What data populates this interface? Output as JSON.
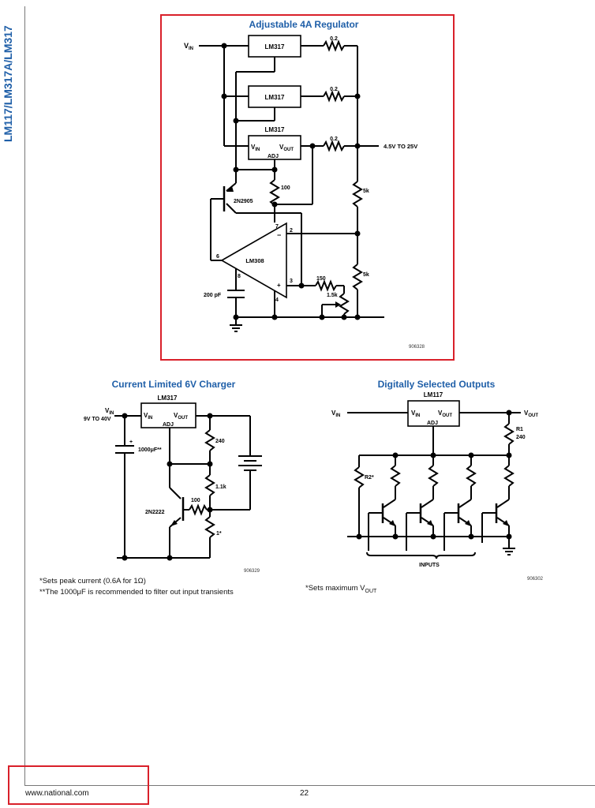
{
  "document": {
    "side_title": "LM117/LM317A/LM317",
    "footer": {
      "url": "www.national.com",
      "page_number": "22"
    }
  },
  "figures": {
    "regulator_4a": {
      "title": "Adjustable 4A Regulator",
      "code": "906328",
      "labels": {
        "vin": "V",
        "vin_sub": "IN",
        "ic1": "LM317",
        "ic2": "LM317",
        "ic3": "LM317",
        "ic3_vin": "V",
        "ic3_vin_sub": "IN",
        "ic3_vout": "V",
        "ic3_vout_sub": "OUT",
        "ic3_adj": "ADJ",
        "r1": "0.2",
        "r2": "0.2",
        "r3": "0.2",
        "output": "4.5V TO 25V",
        "r_100": "100",
        "transistor": "2N2905",
        "r_5k_top": "5k",
        "r_5k_bottom": "5k",
        "opamp": "LM308",
        "pin7": "7",
        "pin2": "2",
        "pin6": "6",
        "pin8": "8",
        "pin3": "3",
        "pin4": "4",
        "minus": "−",
        "plus": "+",
        "r_150": "150",
        "pot": "1.5k",
        "cap": "200 pF"
      }
    },
    "charger_6v": {
      "title": "Current Limited 6V Charger",
      "code": "906329",
      "labels": {
        "ic": "LM317",
        "vin": "V",
        "vin_sub": "IN",
        "vin_range": "9V TO 40V",
        "ic_vin": "V",
        "ic_vin_sub": "IN",
        "ic_vout": "V",
        "ic_vout_sub": "OUT",
        "ic_adj": "ADJ",
        "cap": "1000μF**",
        "cap_plus": "+",
        "r_240": "240",
        "r_1k1": "1.1k",
        "r_100": "100",
        "transistor": "2N2222",
        "r_1": "1*"
      },
      "notes": [
        "*Sets peak current (0.6A for 1Ω)",
        "**The 1000μF is recommended to filter out input transients"
      ]
    },
    "digital_outputs": {
      "title": "Digitally Selected Outputs",
      "code": "906302",
      "labels": {
        "ic": "LM117",
        "vin": "V",
        "vin_sub": "IN",
        "ic_vin": "V",
        "ic_vin_sub": "IN",
        "ic_vout": "V",
        "ic_vout_sub": "OUT",
        "ic_adj": "ADJ",
        "vout": "V",
        "vout_sub": "OUT",
        "r1": "R1",
        "r1_value": "240",
        "r2": "R2*",
        "inputs": "INPUTS"
      },
      "note_prefix": "*Sets maximum V",
      "note_sub": "OUT"
    }
  },
  "highlights": {
    "color": "#d9202a"
  }
}
